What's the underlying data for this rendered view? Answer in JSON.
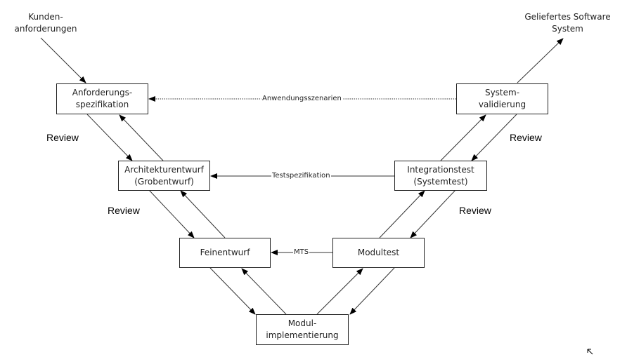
{
  "inputs": {
    "customer": "Kunden-\nanforderungen",
    "output": "Geliefertes Software\nSystem"
  },
  "boxes": {
    "req": "Anforderungs-\nspezifikation",
    "arch": "Architekturentwurf\n(Grobentwurf)",
    "fine": "Feinentwurf",
    "impl": "Modul-\nimplementierung",
    "unit": "Modultest",
    "integ": "Integrationstest\n(Systemtest)",
    "valid": "System-\nvalidierung"
  },
  "links": {
    "scenarios": "Anwendungsszenarien",
    "testspec": "Testspezifikation",
    "mts": "MTS"
  },
  "review": "Review"
}
